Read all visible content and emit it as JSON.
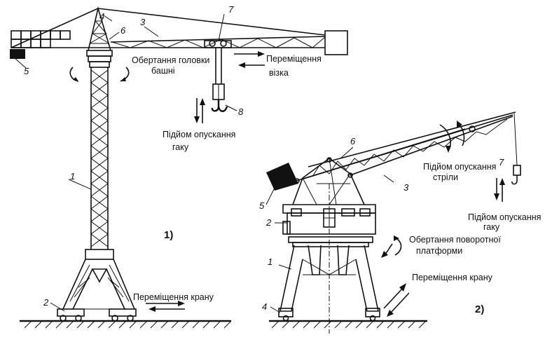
{
  "figure1": {
    "caption": "1)",
    "labels": {
      "n1": "1",
      "n2": "2",
      "n3": "3",
      "n4": "4",
      "n5": "5",
      "n6": "6",
      "n7": "7",
      "n8": "8"
    },
    "annotations": {
      "rotation_line1": "Обертання головки",
      "rotation_line2": "башні",
      "trolley_line1": "Переміщення",
      "trolley_line2": "візка",
      "hook_line1": "Підйом опускання",
      "hook_line2": "гаку",
      "crane_move": "Переміщення крану"
    }
  },
  "figure2": {
    "caption": "2)",
    "labels": {
      "n1": "1",
      "n2": "2",
      "n3": "3",
      "n4": "4",
      "n5": "5",
      "n6": "6",
      "n7": "7"
    },
    "annotations": {
      "boom_line1": "Підйом опускання",
      "boom_line2": "стріли",
      "hook_line1": "Підйом опускання",
      "hook_line2": "гаку",
      "platform_line1": "Обертання поворотної",
      "platform_line2": "платформи",
      "crane_move": "Переміщення крану"
    }
  }
}
